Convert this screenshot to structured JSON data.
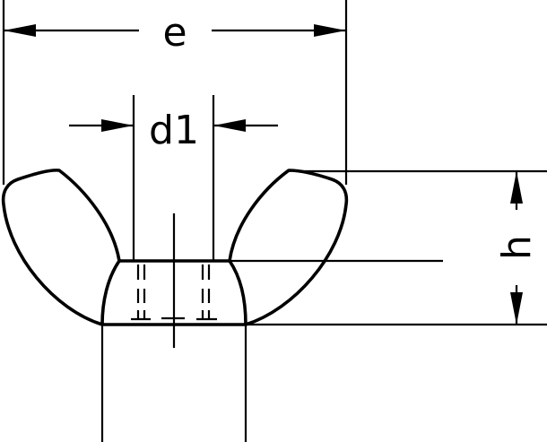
{
  "drawing": {
    "labels": {
      "e": "e",
      "d1": "d1",
      "h": "h"
    },
    "line_color": "#000000",
    "background": "#ffffff"
  }
}
